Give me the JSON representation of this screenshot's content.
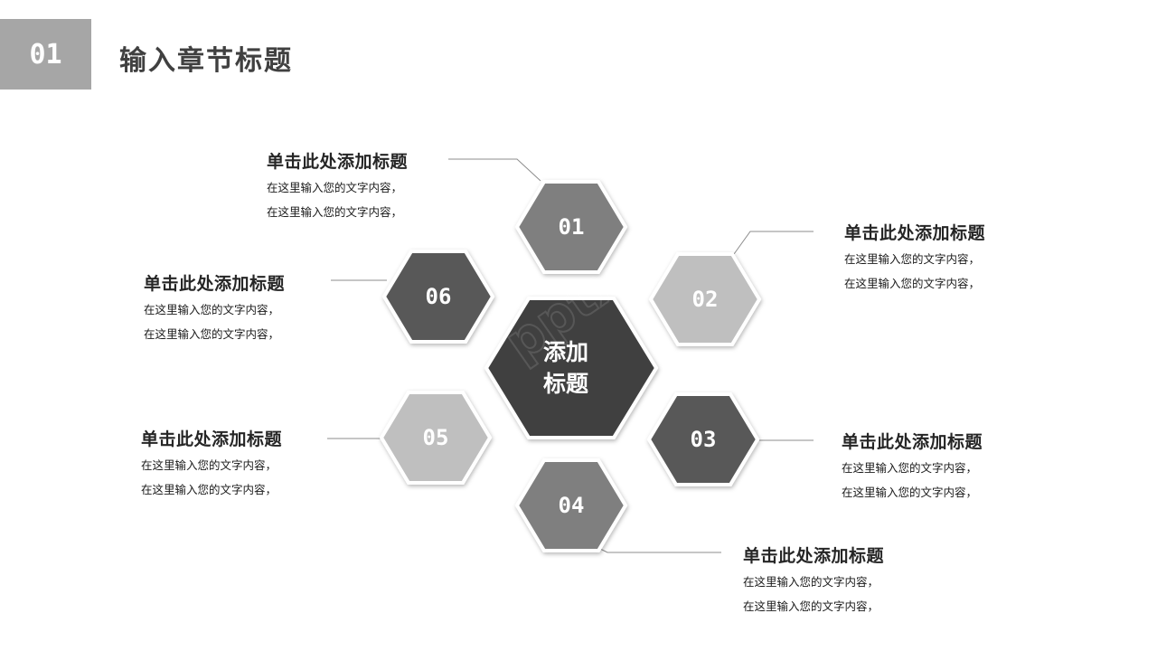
{
  "header": {
    "section_number": "01",
    "section_title": "输入章节标题"
  },
  "center": {
    "line1": "添加",
    "line2": "标题",
    "color": "#404040"
  },
  "hexagons": [
    {
      "label": "01",
      "color": "#7f7f7f"
    },
    {
      "label": "02",
      "color": "#bfbfbf"
    },
    {
      "label": "03",
      "color": "#595959"
    },
    {
      "label": "04",
      "color": "#7f7f7f"
    },
    {
      "label": "05",
      "color": "#bfbfbf"
    },
    {
      "label": "06",
      "color": "#595959"
    }
  ],
  "callouts": [
    {
      "title": "单击此处添加标题",
      "line1": "在这里输入您的文字内容，",
      "line2": "在这里输入您的文字内容，"
    },
    {
      "title": "单击此处添加标题",
      "line1": "在这里输入您的文字内容，",
      "line2": "在这里输入您的文字内容，"
    },
    {
      "title": "单击此处添加标题",
      "line1": "在这里输入您的文字内容，",
      "line2": "在这里输入您的文字内容，"
    },
    {
      "title": "单击此处添加标题",
      "line1": "在这里输入您的文字内容，",
      "line2": "在这里输入您的文字内容，"
    },
    {
      "title": "单击此处添加标题",
      "line1": "在这里输入您的文字内容，",
      "line2": "在这里输入您的文字内容，"
    },
    {
      "title": "单击此处添加标题",
      "line1": "在这里输入您的文字内容，",
      "line2": "在这里输入您的文字内容，"
    }
  ],
  "watermark": {
    "text": "pptx"
  }
}
